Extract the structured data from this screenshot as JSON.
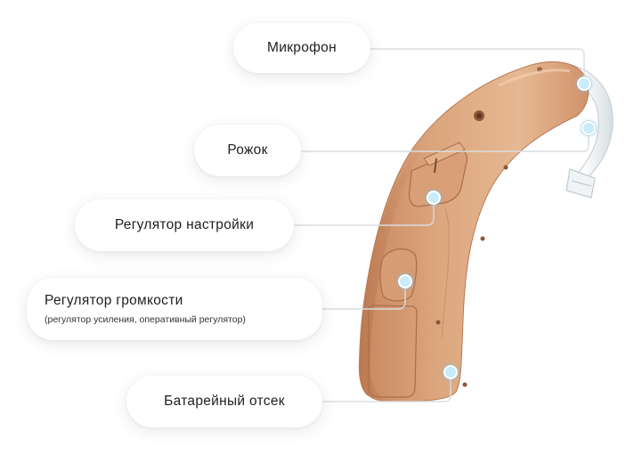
{
  "labels": {
    "microphone": "Микрофон",
    "horn": "Рожок",
    "tuning_control": "Регулятор настройки",
    "volume_control": "Регулятор громкости",
    "volume_control_note": "(регулятор усиления, оперативный регулятор)",
    "battery_compartment": "Батарейный отсек"
  },
  "colors": {
    "device_body": "#dba47c",
    "marker": "#c9ecfb",
    "leader_line": "#d9dde0",
    "background": "#ffffff"
  }
}
